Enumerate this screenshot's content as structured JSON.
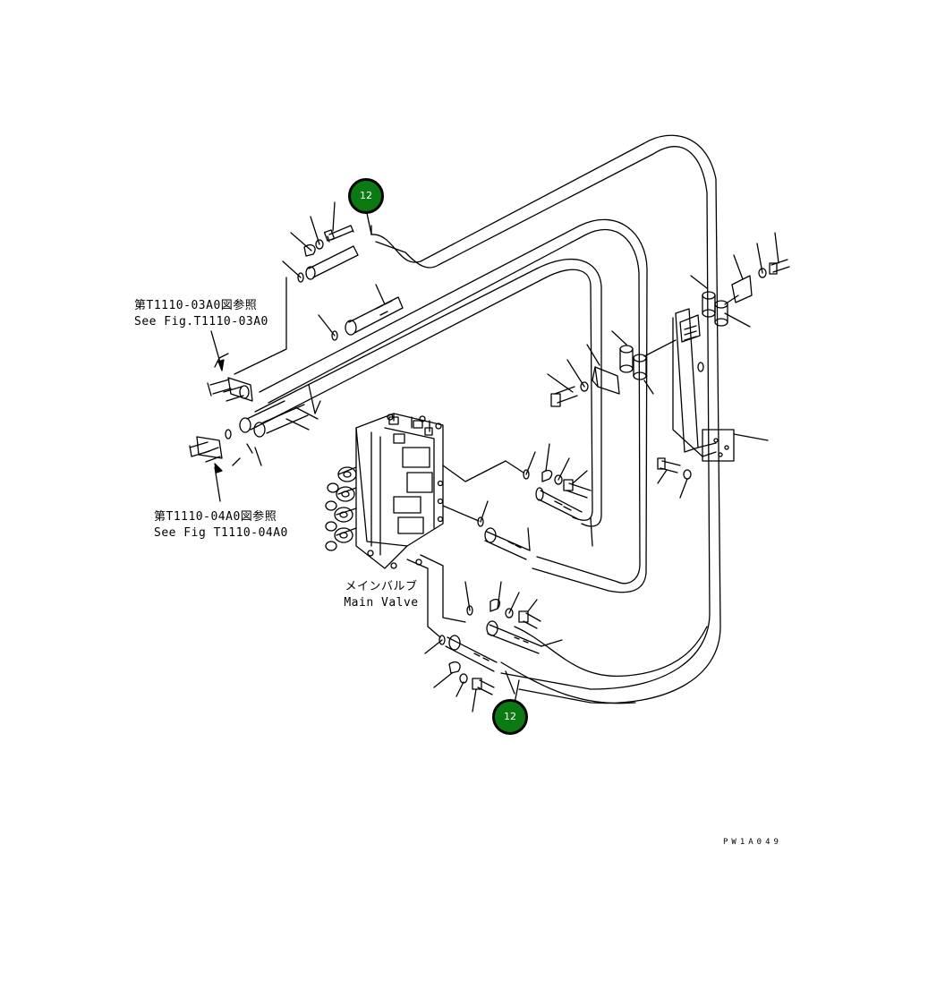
{
  "ref_top": {
    "line_jp": "第T1110-03A0図参照",
    "line_en": "See Fig.T1110-03A0"
  },
  "ref_bottom": {
    "line_jp": "第T1110-04A0図参照",
    "line_en": "See Fig T1110-04A0"
  },
  "main_valve": {
    "label_jp": "メインバルブ",
    "label_en": "Main Valve"
  },
  "callouts": {
    "top": "12",
    "bottom": "12"
  },
  "drawing_number": "PW1A049",
  "colors": {
    "callout_fill": "#0c7a12",
    "line": "#000000"
  }
}
